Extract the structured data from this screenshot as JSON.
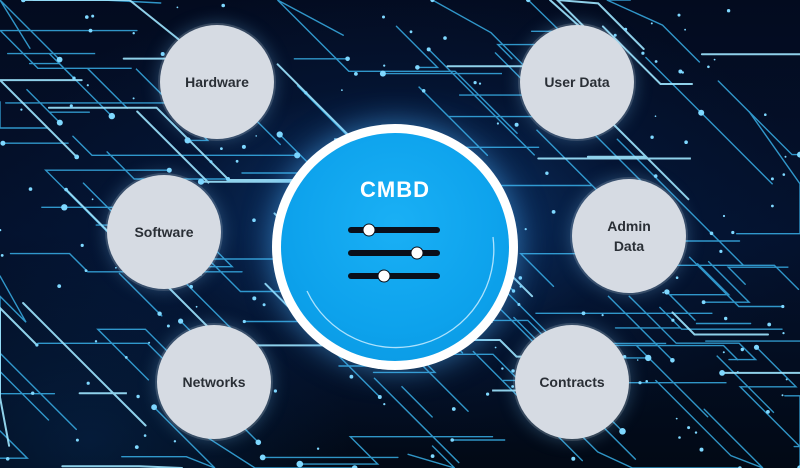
{
  "diagram": {
    "center": {
      "label": "CMBD",
      "icon": "sliders-icon"
    },
    "nodes": {
      "hardware": "Hardware",
      "software": "Software",
      "networks": "Networks",
      "user_data": "User Data",
      "admin_data": "Admin\nData",
      "contracts": "Contracts"
    }
  },
  "colors": {
    "background": "#020a1c",
    "hub": "#0da2ec",
    "node": "#d6dbe3",
    "circuit": "#3fc3ff"
  }
}
